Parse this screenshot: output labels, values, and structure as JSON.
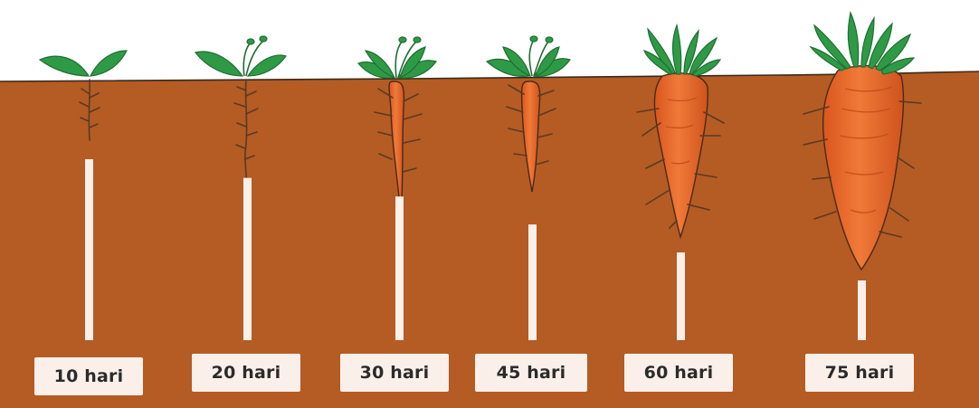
{
  "colors": {
    "soil": "#b45c24",
    "surface_line": "#3a2a1c",
    "leaf": "#2f9a46",
    "leaf_dark": "#1f6e32",
    "root": "#5a3a22",
    "carrot": "#e8692c",
    "carrot_dark": "#c5501c",
    "marker": "#fbf0e9"
  },
  "stages": [
    {
      "label": "10 hari",
      "days": 10
    },
    {
      "label": "20 hari",
      "days": 20
    },
    {
      "label": "30 hari",
      "days": 30
    },
    {
      "label": "45 hari",
      "days": 45
    },
    {
      "label": "60 hari",
      "days": 60
    },
    {
      "label": "75 hari",
      "days": 75
    }
  ]
}
